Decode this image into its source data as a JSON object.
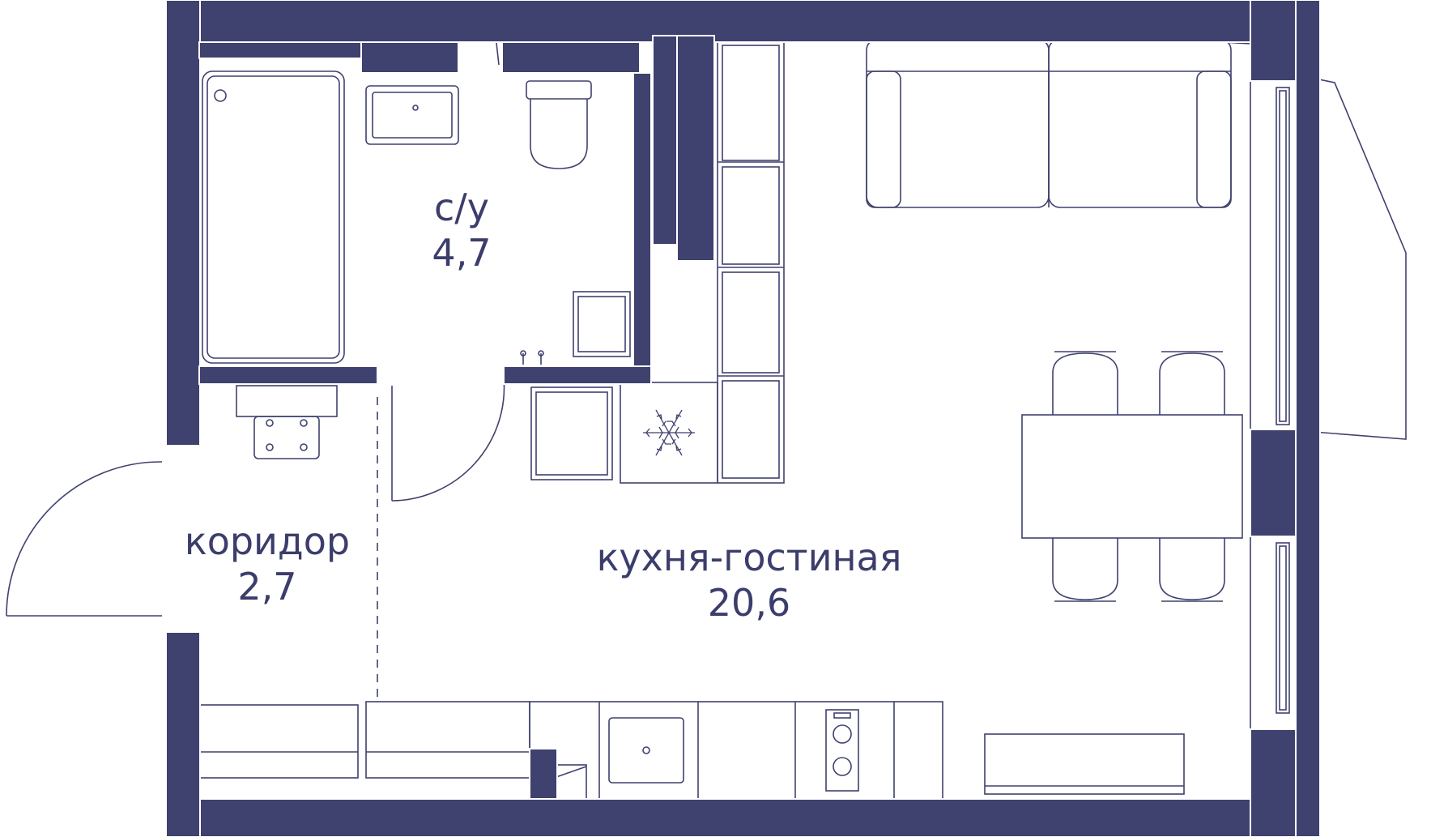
{
  "colors": {
    "wall": "#3f416e",
    "line": "#3f416e",
    "wall_frame": "#ffffff",
    "text": "#3b3d6b",
    "background": "#ffffff"
  },
  "rooms": {
    "bathroom": {
      "name": "с/у",
      "area": "4,7"
    },
    "corridor": {
      "name": "коридор",
      "area": "2,7"
    },
    "kitchen_living": {
      "name": "кухня-гостиная",
      "area": "20,6"
    }
  },
  "icons": {
    "fridge": "snowflake-icon",
    "bathtub": "bathtub-icon",
    "toilet": "toilet-icon",
    "sink": "sink-icon",
    "washer": "washing-machine-icon",
    "hob": "hob-icon",
    "sofa": "sofa-icon",
    "table": "dining-table-icon"
  }
}
